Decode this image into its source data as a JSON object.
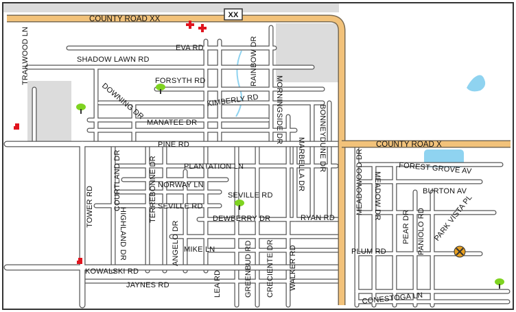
{
  "map": {
    "colors": {
      "background": "#ffffff",
      "block": "#dcdcdc",
      "water": "#8fd3f0",
      "major_road": "#f2c27a",
      "minor_road_edge": "#555555",
      "border": "#333333"
    },
    "highway_shield": "XX",
    "streets": {
      "county_road_xx": "COUNTY ROAD XX",
      "county_road_x": "COUNTY ROAD X",
      "trailwood_ln": "TRAILWOOD LN",
      "shadow_lawn_rd": "SHADOW LAWN RD",
      "eva_rd": "EVA RD",
      "rainbow_dr": "RAINBOW DR",
      "forsyth_rd": "FORSYTH RD",
      "downing_dr": "DOWNING DR",
      "kimberly_rd": "KIMBERLY RD",
      "morningside_dr": "MORNINGSIDE DR",
      "bonneydune_dr": "BONNEYDUNE DR",
      "manatee_dr": "MANATEE DR",
      "marbella_dr": "MARBELLA DR",
      "pine_rd": "PINE RD",
      "plantation_ln": "PLANTATION LN",
      "courtland_dr": "COURTLAND DR",
      "terrebonne_dr": "TERREBONNE DR",
      "norway_ln": "NORWAY LN",
      "seville_rd_east": "SEVILLE RD",
      "seville_rd_west": "SEVILLE RD",
      "tower_rd": "TOWER RD",
      "highland_dr": "HIGHLAND DR",
      "angelo_dr": "ANGELO DR",
      "dewberry_dr": "DEWBERRY DR",
      "ryan_rd": "RYAN RD",
      "mike_ln": "MIKE LN",
      "greenbud_rd": "GREENBUD RD",
      "creciente_dr": "CRECIENTE DR",
      "walker_rd": "WALKER RD",
      "kowalski_rd": "KOWALSKI RD",
      "jaynes_rd": "JAYNES RD",
      "lea_rd": "LEA RD",
      "meadowood_dr": "MEADOWOOD DR",
      "forest_grove_av": "FOREST GROVE AV",
      "meadow_dr": "MEADOW DR",
      "burton_av": "BURTON AV",
      "pear_dr": "PEAR DR",
      "paniolo_rd": "PANIOLO RD",
      "park_vista_pl": "PARK VISTA PL",
      "plum_rd": "PLUM RD",
      "conestoga_ln": "CONESTOGA LN"
    },
    "icons": [
      "hospital-icon",
      "park-tree-icon",
      "flag-icon",
      "school-icon"
    ]
  }
}
